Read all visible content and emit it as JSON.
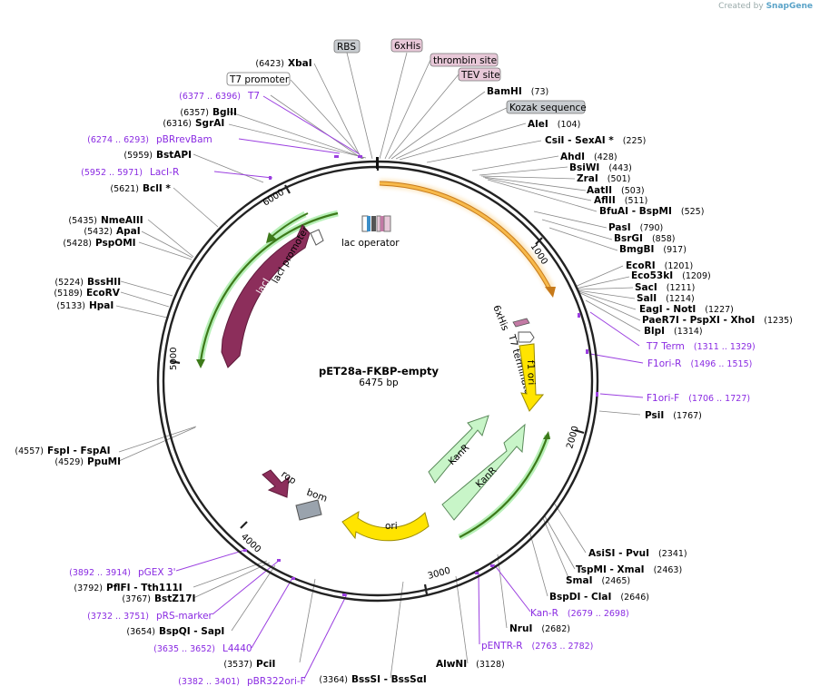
{
  "credit": {
    "created_by": "Created by",
    "brand": "SnapGene"
  },
  "plasmid": {
    "name": "pET28a-FKBP-empty",
    "size": "6475 bp",
    "length": 6475
  },
  "ticks": [
    "1000",
    "2000",
    "3000",
    "4000",
    "5000",
    "6000"
  ],
  "colors": {
    "orange": "#f7b94a",
    "green_arrow": "#b8f0b8",
    "lacI": "#8c2e5b",
    "yellow": "#ffe400",
    "grey_box": "#9aa3ad",
    "primer": "#8a2be2",
    "misc_feature": "#e8c8d8"
  },
  "site_labels": [
    {
      "name": "XbaI",
      "pos": "(6423)"
    },
    {
      "name": "BglII",
      "pos": "(6357)"
    },
    {
      "name": "SgrAI",
      "pos": "(6316)"
    },
    {
      "name": "BstAPI",
      "pos": "(5959)"
    },
    {
      "name": "BclI *",
      "pos": "(5621)"
    },
    {
      "name": "NmeAIII",
      "pos": "(5435)"
    },
    {
      "name": "ApaI",
      "pos": "(5432)"
    },
    {
      "name": "PspOMI",
      "pos": "(5428)"
    },
    {
      "name": "BssHII",
      "pos": "(5224)"
    },
    {
      "name": "EcoRV",
      "pos": "(5189)"
    },
    {
      "name": "HpaI",
      "pos": "(5133)"
    },
    {
      "name": "FspI  -  FspAI",
      "pos": "(4557)"
    },
    {
      "name": "PpuMI",
      "pos": "(4529)"
    },
    {
      "name": "PflFI  -  Tth111I",
      "pos": "(3792)"
    },
    {
      "name": "BstZ17I",
      "pos": "(3767)"
    },
    {
      "name": "BspQI  -  SapI",
      "pos": "(3654)"
    },
    {
      "name": "PciI",
      "pos": "(3537)"
    },
    {
      "name": "BssSI  -  BssSαI",
      "pos": "(3364)"
    },
    {
      "name": "AlwNI",
      "pos": "(3128)"
    },
    {
      "name": "NruI",
      "pos": "(2682)"
    },
    {
      "name": "BspDI  -  ClaI",
      "pos": "(2646)"
    },
    {
      "name": "SmaI",
      "pos": "(2465)"
    },
    {
      "name": "TspMI  -  XmaI",
      "pos": "(2463)"
    },
    {
      "name": "AsiSI  -  PvuI",
      "pos": "(2341)"
    },
    {
      "name": "PsiI",
      "pos": "(1767)"
    },
    {
      "name": "BlpI",
      "pos": "(1314)"
    },
    {
      "name": "PaeR7I  -  PspXI  -  XhoI",
      "pos": "(1235)"
    },
    {
      "name": "EagI  -  NotI",
      "pos": "(1227)"
    },
    {
      "name": "SalI",
      "pos": "(1214)"
    },
    {
      "name": "SacI",
      "pos": "(1211)"
    },
    {
      "name": "Eco53kI",
      "pos": "(1209)"
    },
    {
      "name": "EcoRI",
      "pos": "(1201)"
    },
    {
      "name": "BmgBI",
      "pos": "(917)"
    },
    {
      "name": "BsrGI",
      "pos": "(858)"
    },
    {
      "name": "PasI",
      "pos": "(790)"
    },
    {
      "name": "BfuAI  -  BspMI",
      "pos": "(525)"
    },
    {
      "name": "AflII",
      "pos": "(511)"
    },
    {
      "name": "AatII",
      "pos": "(503)"
    },
    {
      "name": "ZraI",
      "pos": "(501)"
    },
    {
      "name": "BsiWI",
      "pos": "(443)"
    },
    {
      "name": "AhdI",
      "pos": "(428)"
    },
    {
      "name": "CsiI  -  SexAI *",
      "pos": "(225)"
    },
    {
      "name": "AleI",
      "pos": "(104)"
    },
    {
      "name": "BamHI",
      "pos": "(73)"
    }
  ],
  "primer_labels": [
    {
      "name": "T7",
      "pos": "(6377 .. 6396)"
    },
    {
      "name": "pBRrevBam",
      "pos": "(6274 .. 6293)"
    },
    {
      "name": "LacI-R",
      "pos": "(5952 .. 5971)"
    },
    {
      "name": "pGEX 3'",
      "pos": "(3892 .. 3914)"
    },
    {
      "name": "pRS-marker",
      "pos": "(3732 .. 3751)"
    },
    {
      "name": "L4440",
      "pos": "(3635 .. 3652)"
    },
    {
      "name": "pBR322ori-F",
      "pos": "(3382 .. 3401)"
    },
    {
      "name": "pENTR-R",
      "pos": "(2763 .. 2782)"
    },
    {
      "name": "Kan-R",
      "pos": "(2679 .. 2698)"
    },
    {
      "name": "F1ori-F",
      "pos": "(1706 .. 1727)"
    },
    {
      "name": "F1ori-R",
      "pos": "(1496 .. 1515)"
    },
    {
      "name": "T7 Term",
      "pos": "(1311 .. 1329)"
    }
  ],
  "boxed_features": [
    "RBS",
    "6xHis",
    "thrombin site",
    "TEV site",
    "Kozak sequence",
    "T7 promoter"
  ],
  "inner_features": [
    "lacI",
    "lacI promoter",
    "lac operator",
    "6xHis",
    "T7 terminator",
    "f1 ori",
    "KanR",
    "KanR",
    "rop",
    "bom",
    "ori"
  ]
}
